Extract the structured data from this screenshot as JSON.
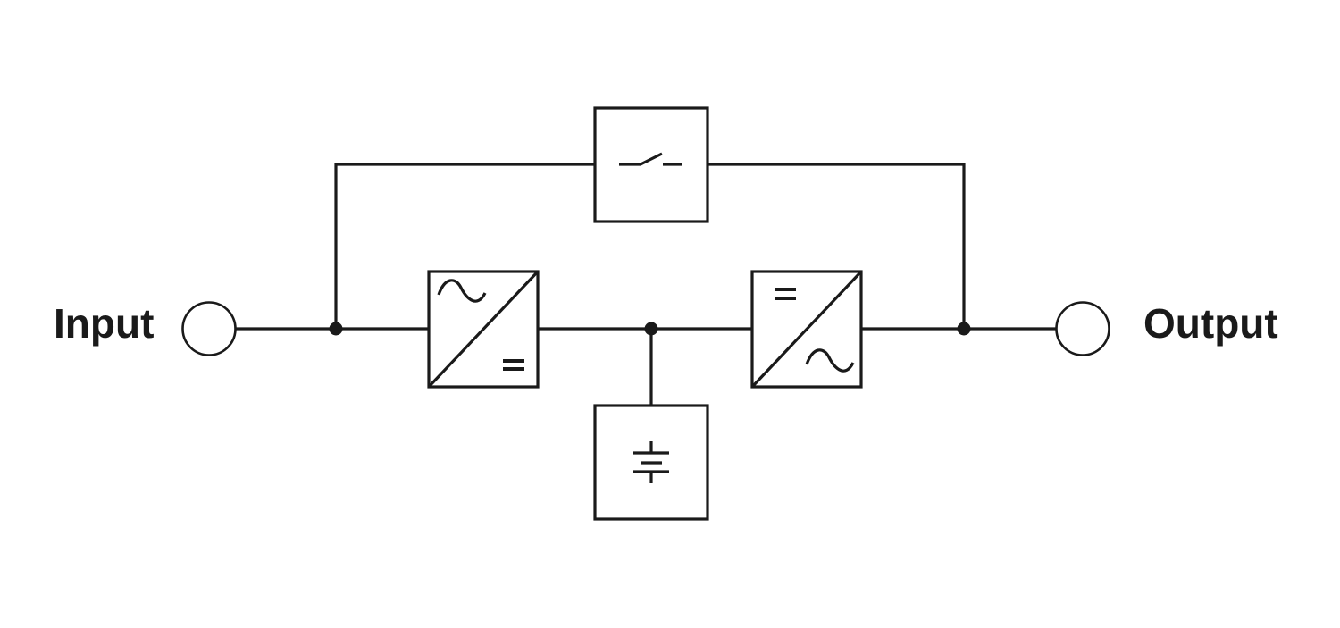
{
  "diagram": {
    "input_label": "Input",
    "output_label": "Output",
    "components": [
      {
        "id": "bypass",
        "icon": "switch-open-icon"
      },
      {
        "id": "rectifier",
        "icon": "ac-to-dc-icon"
      },
      {
        "id": "inverter",
        "icon": "dc-to-ac-icon"
      },
      {
        "id": "battery",
        "icon": "battery-icon"
      }
    ],
    "colors": {
      "stroke": "#1a1a1a",
      "background": "#ffffff"
    }
  }
}
